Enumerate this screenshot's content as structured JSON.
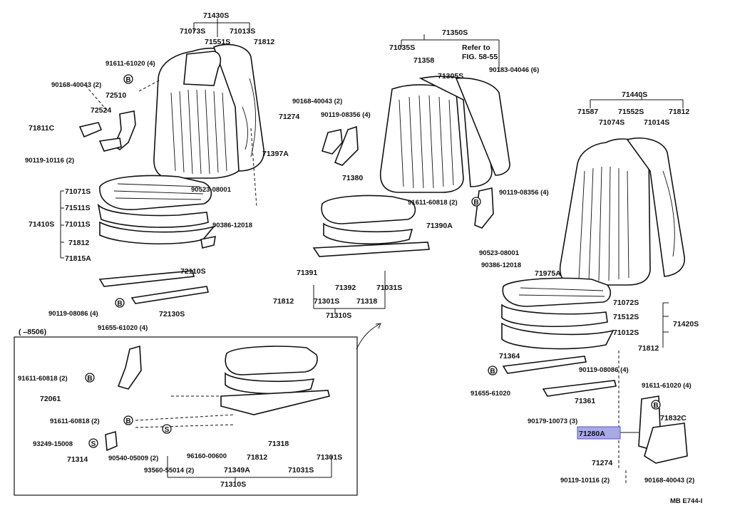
{
  "footer_code": "MB  E744-I",
  "inset_label": "(      –8506)",
  "highlighted_part": "71280A",
  "highlight_color": "#a9a9e8",
  "refer_to": [
    "Refer to",
    "FIG. 58-55"
  ],
  "labels": {
    "l71430S": "71430S",
    "l71073S": "71073S",
    "l71013S": "71013S",
    "l71551S": "71551S",
    "l71812a": "71812",
    "l91611_61020a": "91611-61020 (4)",
    "l90168_40043a": "90168-40043 (2)",
    "l72510": "72510",
    "l72524": "72524",
    "l71811C": "71811C",
    "l90119_10116a": "90119-10116 (2)",
    "l71071S": "71071S",
    "l71511S": "71511S",
    "l71410S": "71410S",
    "l71011S": "71011S",
    "l71812b": "71812",
    "l71815A": "71815A",
    "l90523_08001a": "90523-08001",
    "l90386_12018a": "90386-12018",
    "l72110S": "72110S",
    "l90119_08086a": "90119-08086 (4)",
    "l72130S": "72130S",
    "l91655_61020a": "91655-61020 (4)",
    "l90168_40043b": "90168-40043 (2)",
    "l71274a": "71274",
    "l90119_08356a": "90119-08356 (4)",
    "l71397A": "71397A",
    "l71380": "71380",
    "l71350S": "71350S",
    "l71035S": "71035S",
    "l71358": "71358",
    "l71305S": "71305S",
    "l90183_04046": "90183-04046 (6)",
    "l91611_60818a": "91611-60818 (2)",
    "l90119_08356b": "90119-08356 (4)",
    "l71390A": "71390A",
    "l71391": "71391",
    "l71392": "71392",
    "l71812c": "71812",
    "l71301Sa": "71301S",
    "l71318a": "71318",
    "l71031Sa": "71031S",
    "l71310Sa": "71310S",
    "l71440S": "71440S",
    "l71587": "71587",
    "l71552S": "71552S",
    "l71812d": "71812",
    "l71074S": "71074S",
    "l71014S": "71014S",
    "l90523_08001b": "90523-08001",
    "l90386_12018b": "90386-12018",
    "l71975A": "71975A",
    "l71072S": "71072S",
    "l71512S": "71512S",
    "l71420S": "71420S",
    "l71012S": "71012S",
    "l71812e": "71812",
    "l71364": "71364",
    "l90119_08086b": "90119-08086 (4)",
    "l91655_61020b": "91655-61020",
    "l71361": "71361",
    "l90179_10073": "90179-10073 (3)",
    "l91611_61020b": "91611-61020 (4)",
    "l71832C": "71832C",
    "l71274b": "71274",
    "l90119_10116b": "90119-10116 (2)",
    "l90168_40043c": "90168-40043 (2)",
    "l91611_60818b": "91611-60818 (2)",
    "l72061": "72061",
    "l91611_60818c": "91611-60818 (2)",
    "l93249_15008": "93249-15008",
    "l71314": "71314",
    "l90540_05009": "90540-05009 (2)",
    "l96160_00600": "96160-00600",
    "l71812f": "71812",
    "l71318b": "71318",
    "l71301Sb": "71301S",
    "l93560_55014": "93560-55014 (2)",
    "l71349A": "71349A",
    "l71031Sb": "71031S",
    "l71310Sb": "71310S"
  },
  "symbols": {
    "b": "B",
    "s": "S"
  }
}
